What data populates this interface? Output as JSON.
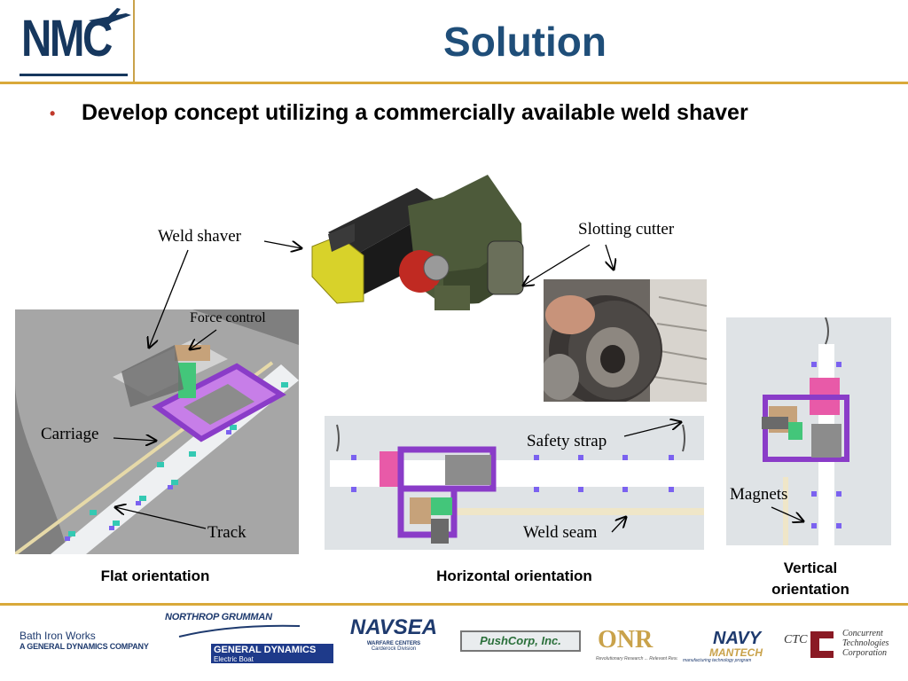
{
  "header": {
    "logo_text": "NMC",
    "title": "Solution"
  },
  "bullet": {
    "marker": "•",
    "text": "Develop concept utilizing a commercially available weld shaver"
  },
  "labels": {
    "weld_shaver": "Weld shaver",
    "slotting_cutter": "Slotting cutter",
    "force_control": "Force control",
    "carriage": "Carriage",
    "track": "Track",
    "safety_strap": "Safety strap",
    "weld_seam": "Weld seam",
    "magnets": "Magnets"
  },
  "captions": {
    "flat": "Flat orientation",
    "horizontal": "Horizontal orientation",
    "vertical_line1": "Vertical",
    "vertical_line2": "orientation"
  },
  "sponsors": {
    "bath_iron_works_1": "Bath Iron Works",
    "bath_iron_works_2": "A GENERAL DYNAMICS COMPANY",
    "northrop": "NORTHROP GRUMMAN",
    "gd": "GENERAL DYNAMICS",
    "gd_sub": "Electric Boat",
    "navsea": "NAVSEA",
    "navsea_sub1": "WARFARE CENTERS",
    "navsea_sub2": "Carderock Division",
    "pushcorp": "PushCorp, Inc.",
    "onr": "ONR",
    "onr_sub": "Revolutionary Research ... Relevant Results",
    "navy_mantech": "NAVY",
    "navy_mantech_2": "MANTECH",
    "navy_mantech_sub": "manufacturing technology program",
    "ctc": "CTC",
    "ctc_name_1": "Concurrent",
    "ctc_name_2": "Technologies",
    "ctc_name_3": "Corporation"
  },
  "colors": {
    "title": "#1f4e79",
    "rule": "#d9a93a",
    "logo": "#16375e",
    "purple_frame": "#8a3cc8",
    "magenta_block": "#e85aa8"
  }
}
